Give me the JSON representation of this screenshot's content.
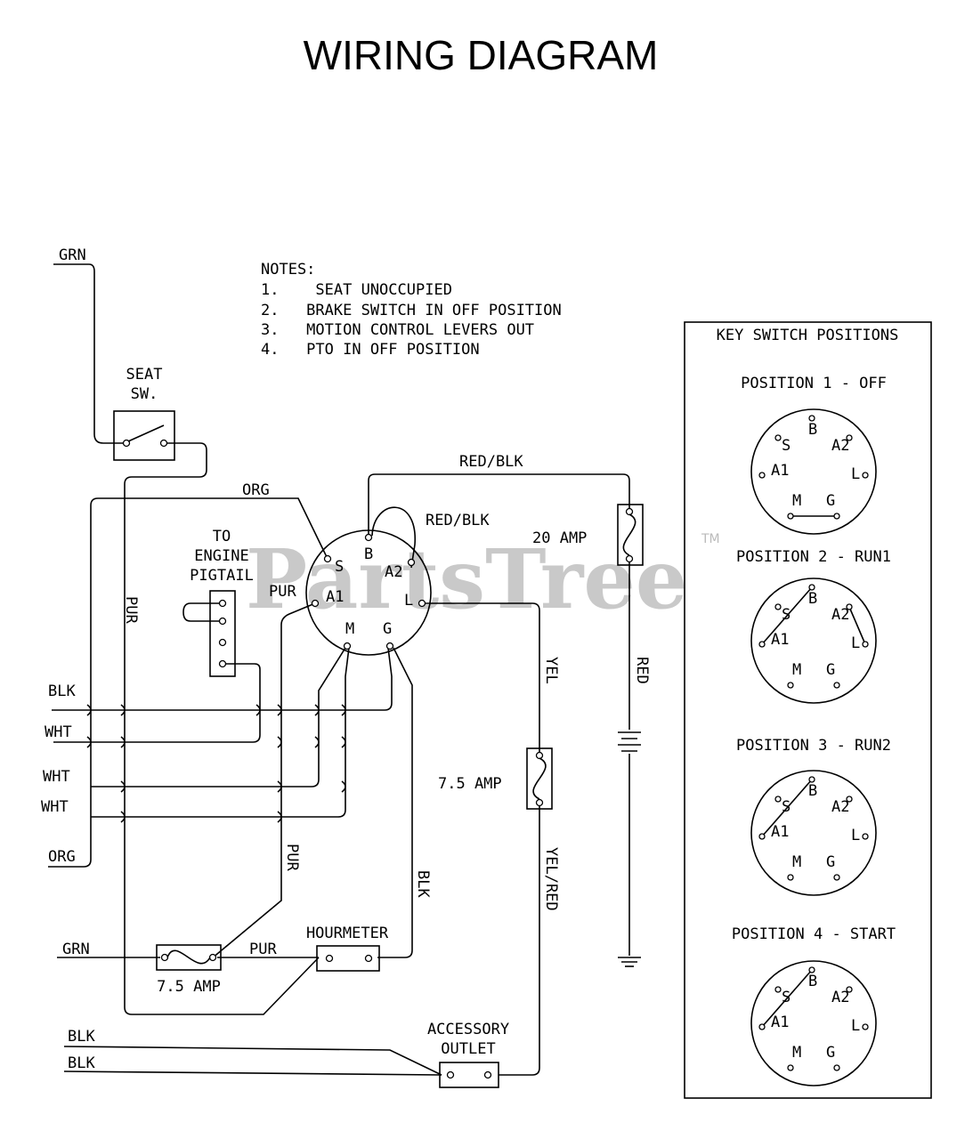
{
  "title": "WIRING DIAGRAM",
  "watermark": {
    "text": "PartsTree",
    "tm": "TM"
  },
  "notes": {
    "heading": "NOTES:",
    "items": [
      "1.    SEAT UNOCCUPIED",
      "2.   BRAKE SWITCH IN OFF POSITION",
      "3.   MOTION CONTROL LEVERS OUT",
      "4.   PTO IN OFF POSITION"
    ]
  },
  "wire_labels": {
    "grn_top": "GRN",
    "org_top": "ORG",
    "red_blk_top": "RED/BLK",
    "red_blk_loop": "RED/BLK",
    "pur_a1": "PUR",
    "pur_left": "PUR",
    "blk": "BLK",
    "wht1": "WHT",
    "wht2": "WHT",
    "wht3": "WHT",
    "org_bottom": "ORG",
    "yel": "YEL",
    "red": "RED",
    "yel_red": "YEL/RED",
    "pur_mid": "PUR",
    "blk_mid": "BLK",
    "grn_bottom": "GRN",
    "pur_bottom": "PUR",
    "blk_acc1": "BLK",
    "blk_acc2": "BLK"
  },
  "components": {
    "seat_switch": [
      "SEAT",
      "SW."
    ],
    "engine_pigtail": [
      "TO",
      "ENGINE",
      "PIGTAIL"
    ],
    "fuse_20": "20 AMP",
    "fuse_75_right": "7.5 AMP",
    "fuse_75_left": "7.5 AMP",
    "hourmeter": "HOURMETER",
    "accessory_outlet": [
      "ACCESSORY",
      "OUTLET"
    ]
  },
  "key_switch": {
    "terminals": {
      "S": "S",
      "B": "B",
      "A1": "A1",
      "A2": "A2",
      "L": "L",
      "M": "M",
      "G": "G"
    }
  },
  "key_switch_panel": {
    "title": "KEY SWITCH POSITIONS",
    "positions": [
      {
        "label": "POSITION 1 - OFF"
      },
      {
        "label": "POSITION 2 - RUN1"
      },
      {
        "label": "POSITION 3 - RUN2"
      },
      {
        "label": "POSITION 4 - START"
      }
    ],
    "terminal_labels": [
      "S",
      "B",
      "A2",
      "A1",
      "L",
      "M",
      "G"
    ]
  }
}
